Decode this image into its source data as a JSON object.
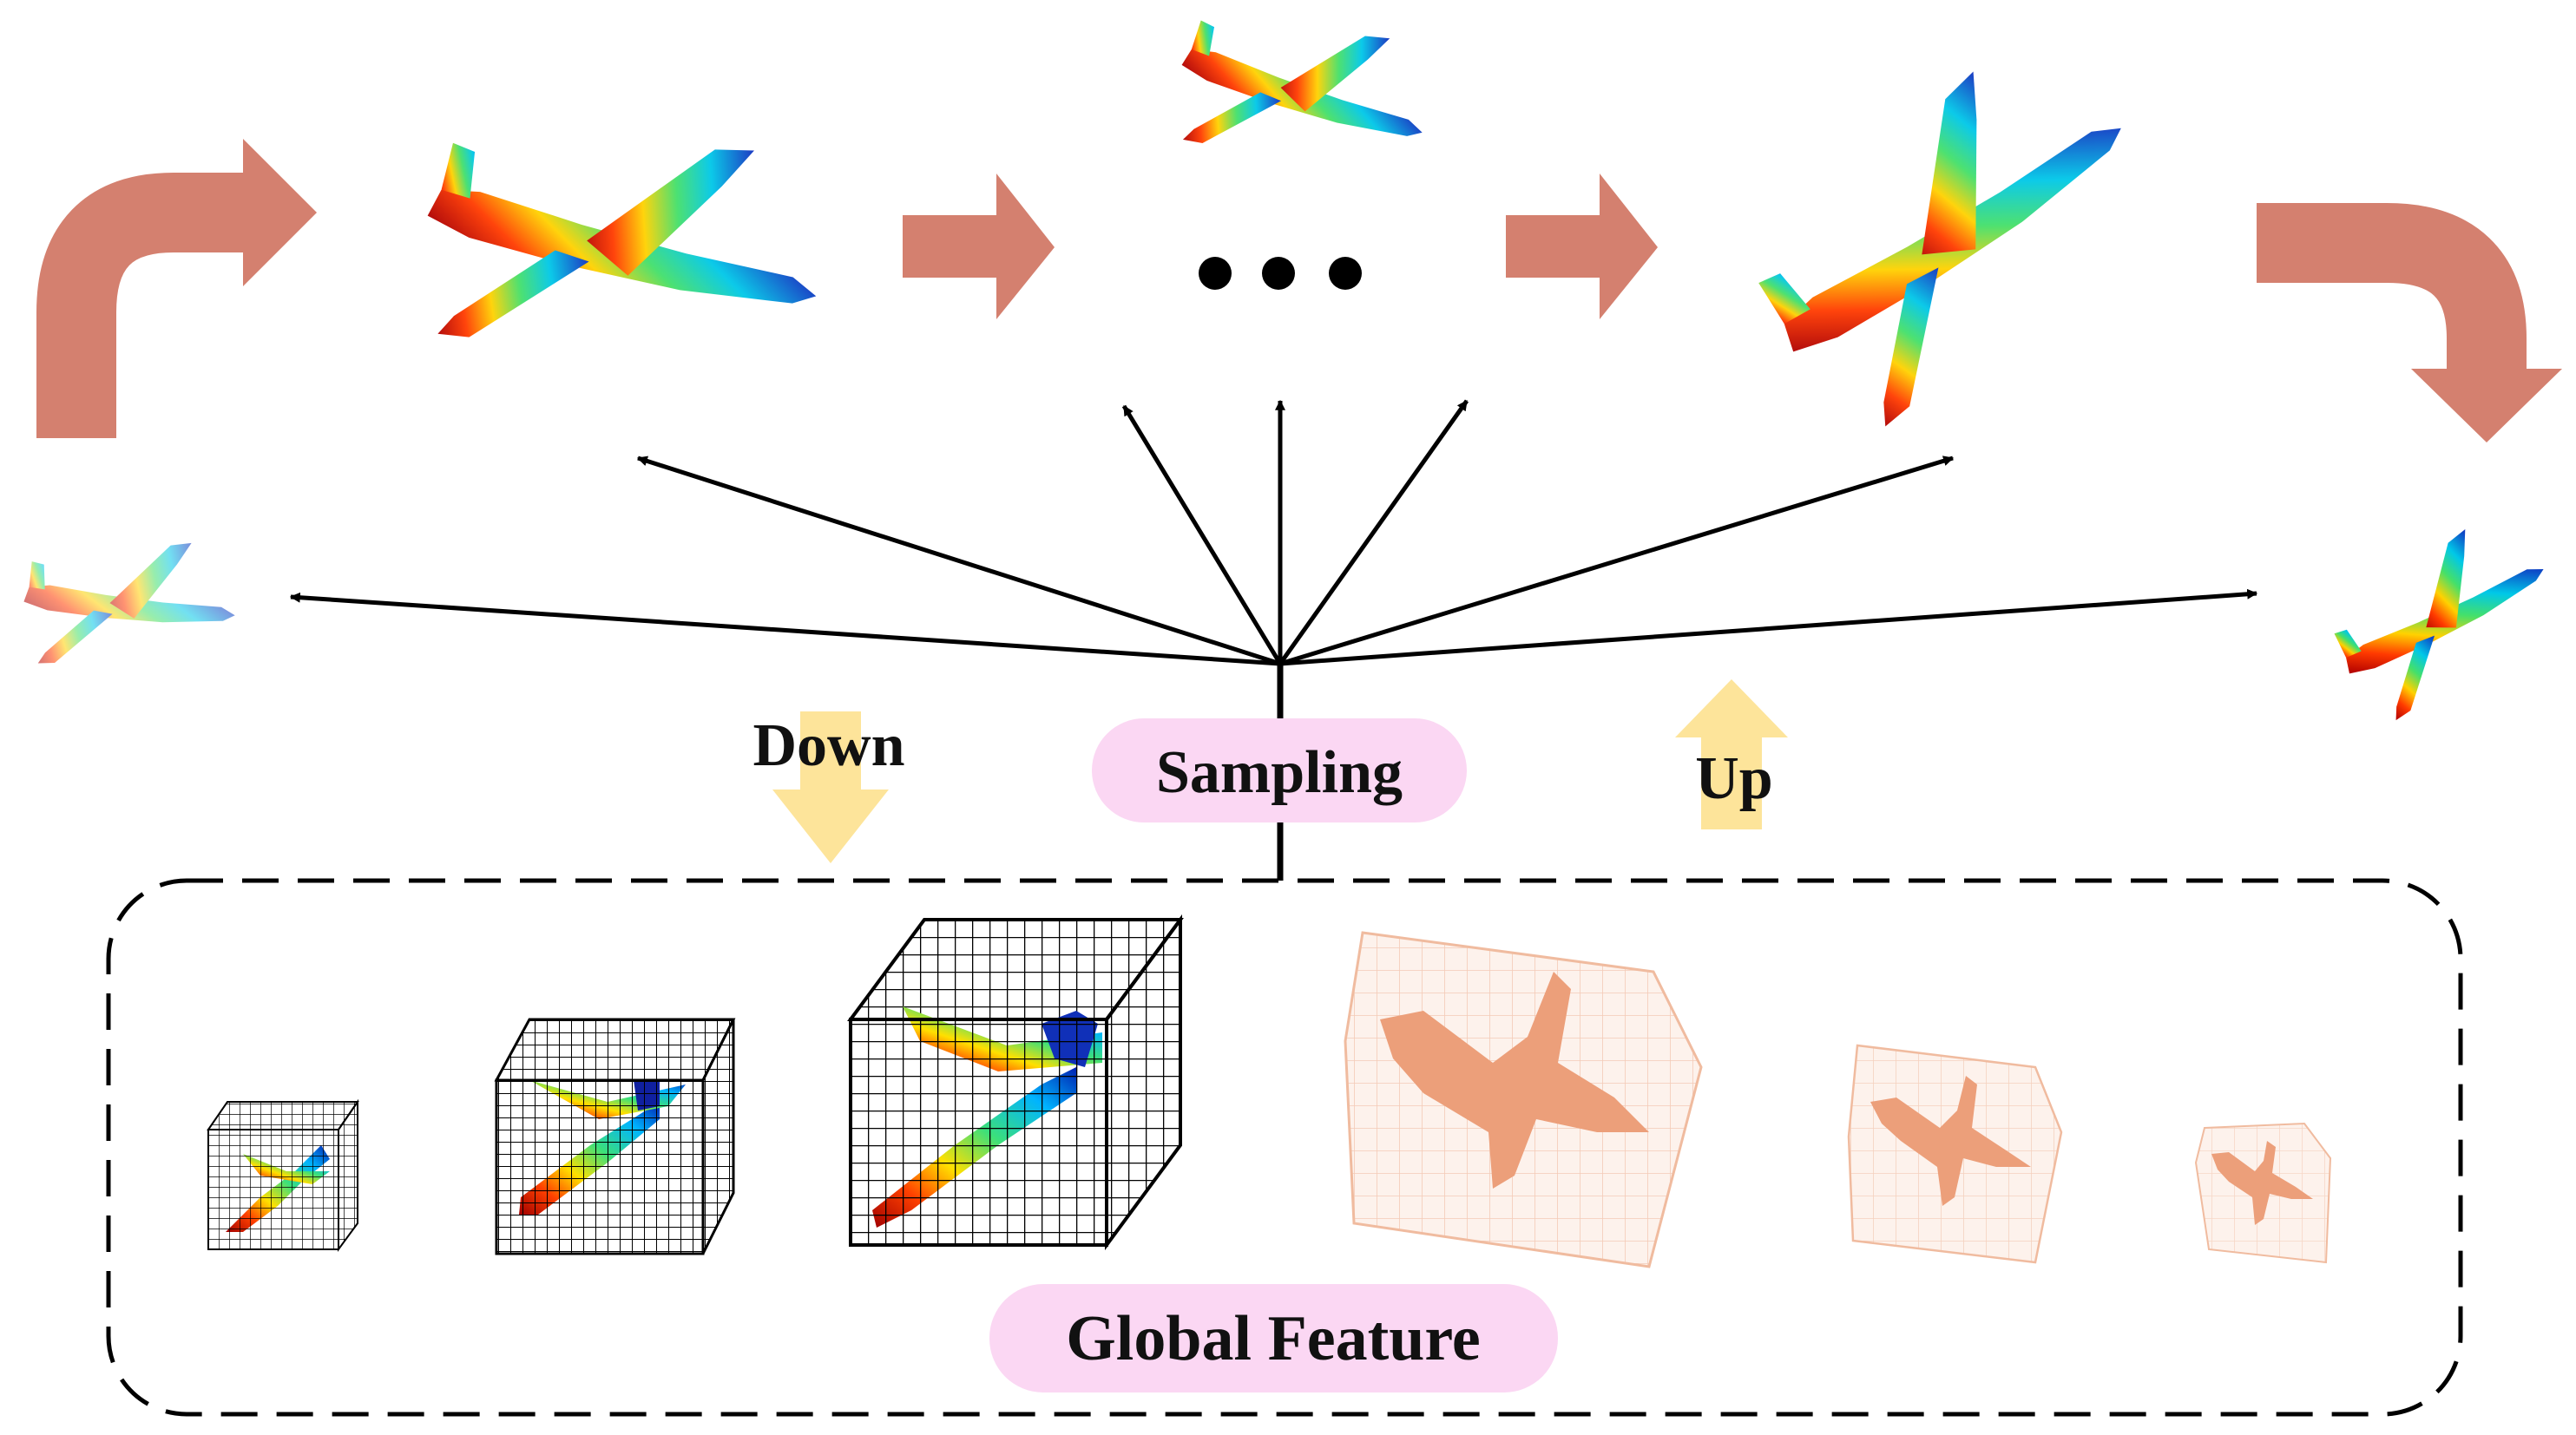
{
  "labels": {
    "sampling": "Sampling",
    "down": "Down",
    "up": "Up",
    "global_feature": "Global Feature"
  },
  "colors": {
    "flow_arrow": "#d4806f",
    "pill": "#fbd7f3",
    "sampling_arrow": "#fde49a",
    "voxel_orange": "#ec9a73",
    "grid_line": "#000000"
  },
  "icons": [
    "curved-flow-arrow",
    "straight-flow-arrow",
    "point-cloud-airplane",
    "ellipsis",
    "voxel-grid-cube",
    "translucent-feature-volume",
    "down-arrow",
    "up-arrow"
  ]
}
